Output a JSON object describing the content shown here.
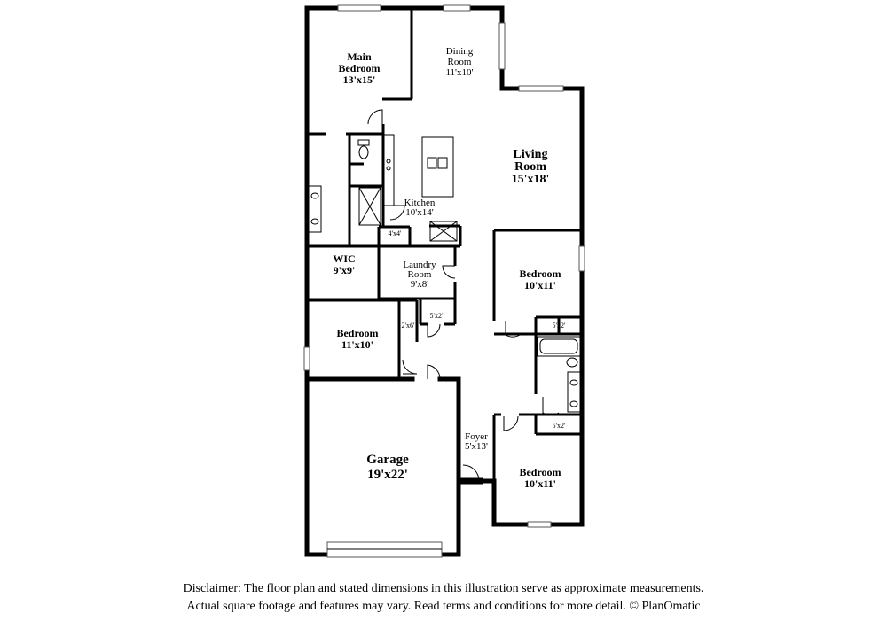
{
  "rooms": {
    "main_bedroom": {
      "name1": "Main",
      "name2": "Bedroom",
      "dim": "13'x15'"
    },
    "dining_room": {
      "name1": "Dining",
      "name2": "Room",
      "dim": "11'x10'"
    },
    "living_room": {
      "name1": "Living",
      "name2": "Room",
      "dim": "15'x18'"
    },
    "kitchen": {
      "name": "Kitchen",
      "dim": "10'x14'"
    },
    "pantry": {
      "dim": "4'x4'"
    },
    "wic": {
      "name": "WIC",
      "dim": "9'x9'"
    },
    "laundry_room": {
      "name1": "Laundry",
      "name2": "Room",
      "dim": "9'x8'"
    },
    "bedroom_right_top": {
      "name": "Bedroom",
      "dim": "10'x11'"
    },
    "closet_laundry": {
      "dim": "5'x2'"
    },
    "closet_bedroom_left": {
      "dim": "2'x6'"
    },
    "bedroom_left": {
      "name": "Bedroom",
      "dim": "11'x10'"
    },
    "closet_right_top": {
      "dim": "5'x2'"
    },
    "closet_right_bottom": {
      "dim": "5'x2'"
    },
    "foyer": {
      "name": "Foyer",
      "dim": "5'x13'"
    },
    "bedroom_right_bottom": {
      "name": "Bedroom",
      "dim": "10'x11'"
    },
    "garage": {
      "name": "Garage",
      "dim": "19'x22'"
    }
  },
  "disclaimer": {
    "line1": "Disclaimer: The floor plan and stated dimensions in this illustration serve as approximate measurements.",
    "line2": "Actual square footage and features may vary. Read terms and conditions for more detail. © PlanOmatic"
  }
}
